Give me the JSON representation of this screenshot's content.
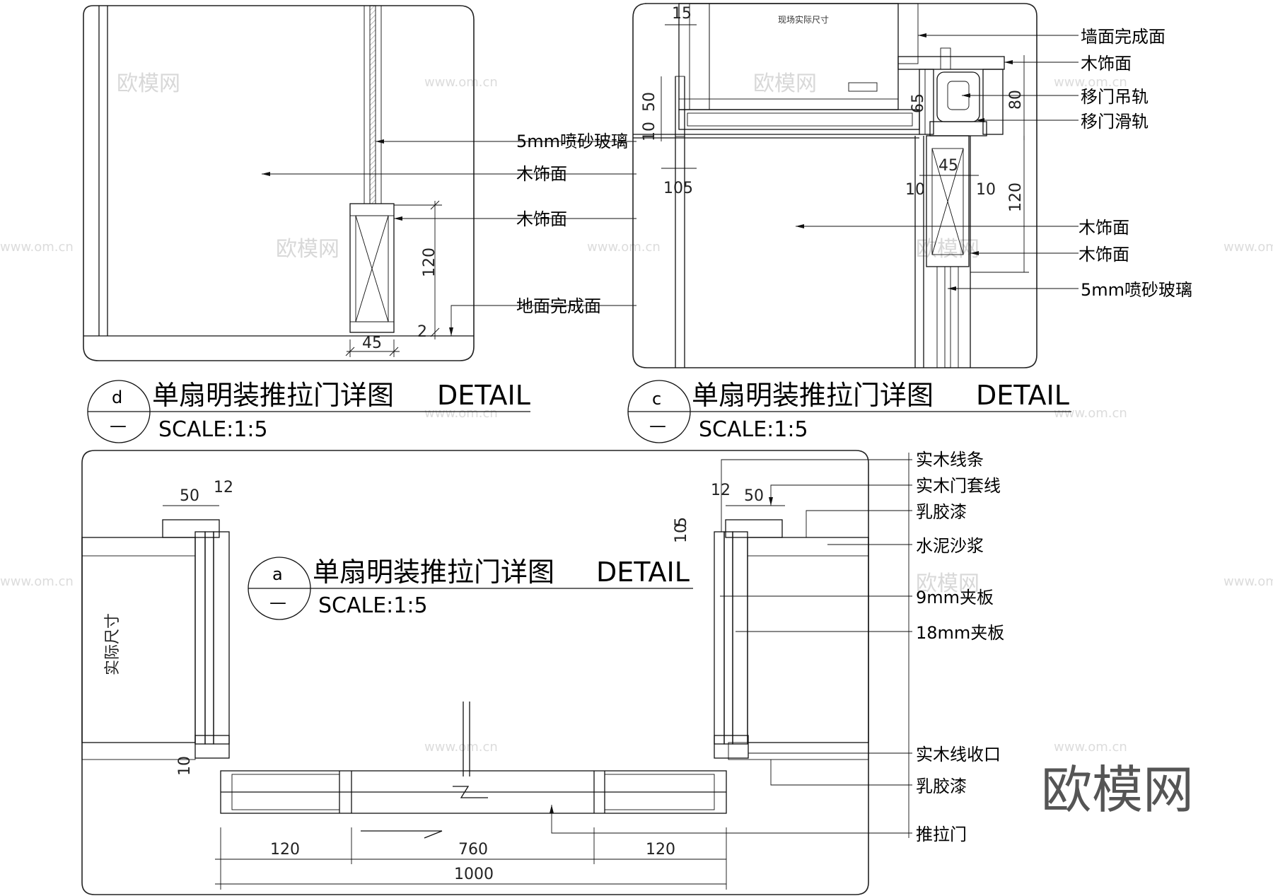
{
  "details": [
    {
      "id": "d",
      "title": "单扇明装推拉门详图",
      "detail": "DETAIL",
      "scale": "SCALE:1:5",
      "dash": "—"
    },
    {
      "id": "c",
      "title": "单扇明装推拉门详图",
      "detail": "DETAIL",
      "scale": "SCALE:1:5",
      "dash": "—"
    },
    {
      "id": "a",
      "title": "单扇明装推拉门详图",
      "detail": "DETAIL",
      "scale": "SCALE:1:5",
      "dash": "—"
    }
  ],
  "panel_d": {
    "labels": [
      "5mm喷砂玻璃",
      "木饰面",
      "木饰面",
      "地面完成面"
    ],
    "dims": {
      "height": "120",
      "width": "45",
      "gap": "2"
    }
  },
  "panel_c": {
    "labels": [
      "墙面完成面",
      "木饰面",
      "移门吊轨",
      "移门滑轨",
      "木饰面",
      "木饰面",
      "5mm喷砂玻璃"
    ],
    "dims": {
      "top": "15",
      "d50": "50",
      "d10": "10",
      "d10b": "10",
      "d5": "5",
      "d65": "65",
      "d80": "80",
      "d45": "45",
      "dl10": "10",
      "dr10": "10",
      "d120": "120"
    },
    "note": "现场实际尺寸"
  },
  "panel_a": {
    "labels": [
      "实木线条",
      "实木门套线",
      "乳胶漆",
      "水泥沙浆",
      "9mm夹板",
      "18mm夹板",
      "实木线收口",
      "乳胶漆",
      "推拉门"
    ],
    "dims": {
      "l50": "50",
      "l12": "12",
      "r12": "12",
      "r50": "50",
      "r5": "5",
      "r10": "10",
      "b10": "10",
      "b120a": "120",
      "b760": "760",
      "b120b": "120",
      "b1000": "1000"
    },
    "note": "实际尺寸"
  },
  "watermark": {
    "cn": "欧模网",
    "url": "www.om.cn"
  },
  "brand": "欧模网"
}
